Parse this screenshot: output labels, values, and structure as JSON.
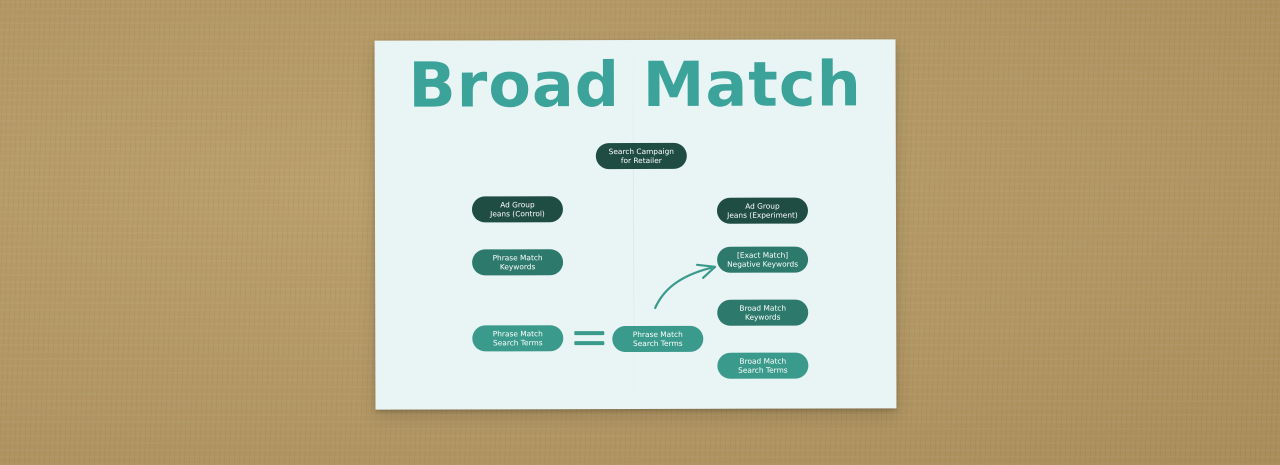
{
  "diagram": {
    "title": "Broad Match",
    "nodes": {
      "campaign": {
        "label": "Search Campaign\nfor Retailer"
      },
      "ad_group_control": {
        "label": "Ad Group\nJeans (Control)"
      },
      "phrase_keywords": {
        "label": "Phrase Match\nKeywords"
      },
      "phrase_search_terms_left": {
        "label": "Phrase Match\nSearch Terms"
      },
      "phrase_search_terms_center": {
        "label": "Phrase Match\nSearch Terms"
      },
      "ad_group_experiment": {
        "label": "Ad Group\nJeans (Experiment)"
      },
      "exact_negative": {
        "label": "[Exact Match]\nNegative Keywords"
      },
      "broad_keywords": {
        "label": "Broad Match\nKeywords"
      },
      "broad_search_terms": {
        "label": "Broad Match\nSearch Terms"
      }
    },
    "colors": {
      "title": "#3ba39a",
      "dark_node": "#1f4c43",
      "mid_node": "#2d7a6d",
      "light_node": "#3a9a8b",
      "paper": "#e9f4f5"
    }
  }
}
